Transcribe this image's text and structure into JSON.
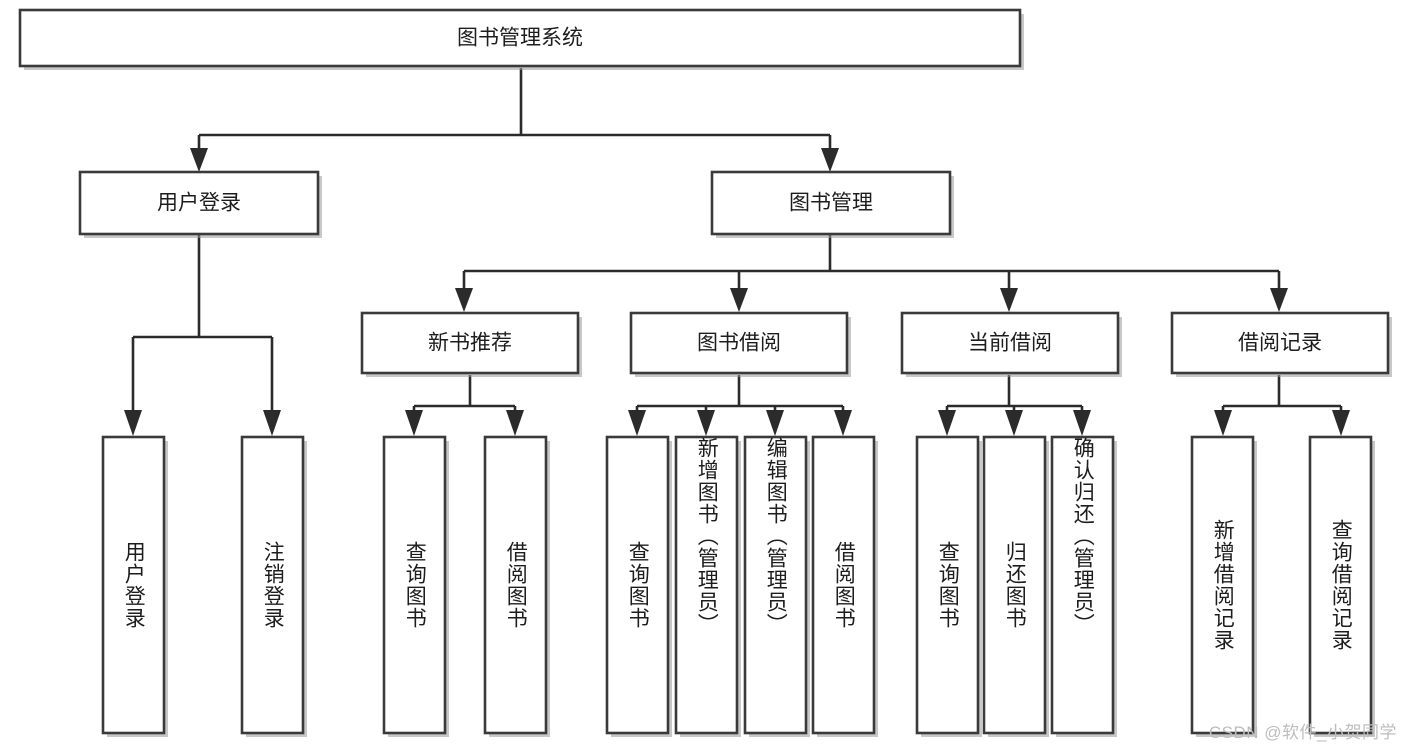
{
  "diagram": {
    "type": "tree-hierarchy",
    "title": "图书管理系统",
    "watermark": "CSDN @软件_小贺同学",
    "colors": {
      "box_stroke": "#3a3a3a",
      "box_fill": "#ffffff",
      "edge": "#2b2b2b",
      "text": "#1d1d1d",
      "watermark": "#bdbdbd",
      "background": "#ffffff"
    },
    "root": {
      "label": "图书管理系统",
      "level": 0
    },
    "level1": [
      {
        "label": "用户登录"
      },
      {
        "label": "图书管理"
      }
    ],
    "level2": [
      {
        "label": "新书推荐",
        "parent": "图书管理"
      },
      {
        "label": "图书借阅",
        "parent": "图书管理"
      },
      {
        "label": "当前借阅",
        "parent": "图书管理"
      },
      {
        "label": "借阅记录",
        "parent": "图书管理"
      }
    ],
    "leaves": {
      "用户登录": [
        {
          "label": "用户登录"
        },
        {
          "label": "注销登录"
        }
      ],
      "新书推荐": [
        {
          "label": "查询图书"
        },
        {
          "label": "借阅图书"
        }
      ],
      "图书借阅": [
        {
          "label": "查询图书"
        },
        {
          "label": "新增图书（管理员）"
        },
        {
          "label": "编辑图书（管理员）"
        },
        {
          "label": "借阅图书"
        }
      ],
      "当前借阅": [
        {
          "label": "查询图书"
        },
        {
          "label": "归还图书"
        },
        {
          "label": "确认归还（管理员）"
        }
      ],
      "借阅记录": [
        {
          "label": "新增借阅记录"
        },
        {
          "label": "查询借阅记录"
        }
      ]
    }
  }
}
